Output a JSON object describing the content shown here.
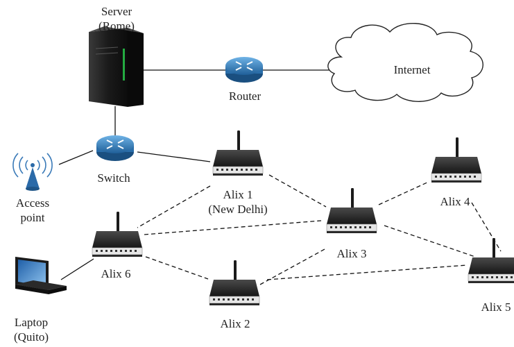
{
  "nodes": {
    "server": {
      "line1": "Server",
      "line2": "(Rome)"
    },
    "router": {
      "label": "Router"
    },
    "internet": {
      "label": "Internet"
    },
    "switch": {
      "label": "Switch"
    },
    "access_point": {
      "line1": "Access",
      "line2": "point"
    },
    "alix1": {
      "line1": "Alix 1",
      "line2": "(New Delhi)"
    },
    "alix2": {
      "label": "Alix 2"
    },
    "alix3": {
      "label": "Alix 3"
    },
    "alix4": {
      "label": "Alix 4"
    },
    "alix5": {
      "label": "Alix 5"
    },
    "alix6": {
      "label": "Alix 6"
    },
    "laptop": {
      "line1": "Laptop",
      "line2": "(Quito)"
    }
  },
  "colors": {
    "router_body": "#2f7fc0",
    "device_dark": "#1c1c1c",
    "cloud_stroke": "#222222",
    "link": "#111111"
  },
  "links": {
    "wired": [
      [
        "server",
        "router"
      ],
      [
        "router",
        "internet"
      ],
      [
        "server",
        "switch"
      ],
      [
        "switch",
        "alix1"
      ],
      [
        "switch",
        "access_point"
      ],
      [
        "laptop",
        "alix6"
      ]
    ],
    "wireless": [
      [
        "alix1",
        "alix6"
      ],
      [
        "alix1",
        "alix3"
      ],
      [
        "alix6",
        "alix3"
      ],
      [
        "alix6",
        "alix2"
      ],
      [
        "alix2",
        "alix3"
      ],
      [
        "alix2",
        "alix5"
      ],
      [
        "alix3",
        "alix4"
      ],
      [
        "alix3",
        "alix5"
      ],
      [
        "alix4",
        "alix5"
      ]
    ]
  }
}
